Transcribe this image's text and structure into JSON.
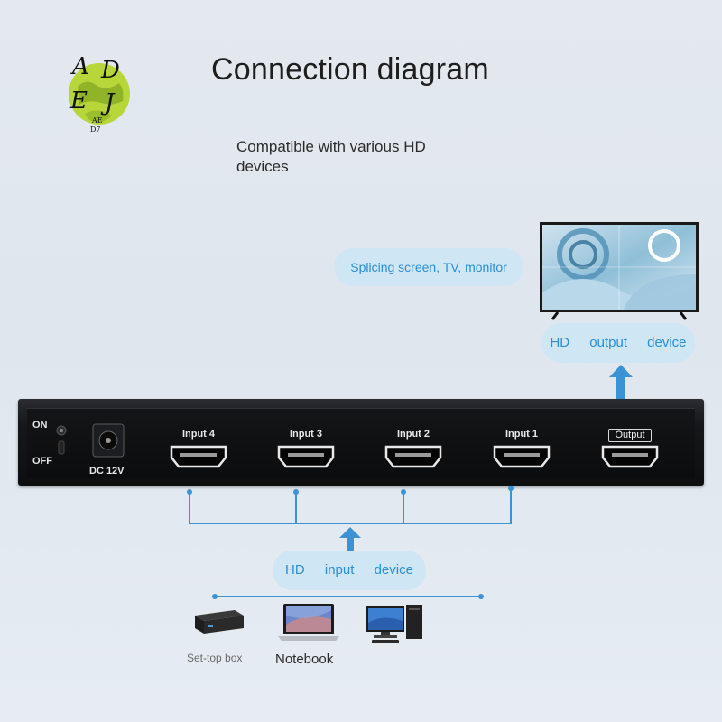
{
  "logo": {
    "letters": [
      "A",
      "D",
      "E",
      "J"
    ],
    "small_text": [
      "AE",
      "D7"
    ]
  },
  "header": {
    "title": "Connection diagram",
    "subtitle": "Compatible with various HD devices"
  },
  "output_side": {
    "screen_label": "Splicing screen, TV, monitor",
    "device_label": "HD output device"
  },
  "device": {
    "power_on": "ON",
    "power_off": "OFF",
    "dc_label": "DC 12V",
    "ports": [
      {
        "label": "Input 4"
      },
      {
        "label": "Input 3"
      },
      {
        "label": "Input 2"
      },
      {
        "label": "Input 1"
      },
      {
        "label": "Output"
      }
    ]
  },
  "input_side": {
    "device_label": "HD input device",
    "sources": [
      {
        "label": "Set-top box",
        "icon": "set-top-box-icon"
      },
      {
        "label": "Notebook",
        "icon": "laptop-icon"
      },
      {
        "label": "",
        "icon": "desktop-computer-icon"
      }
    ]
  },
  "colors": {
    "accent": "#3b93d6",
    "pill_bg": "#cfe6f5",
    "pill_text": "#2a8fd4",
    "device_body": "#111214"
  }
}
